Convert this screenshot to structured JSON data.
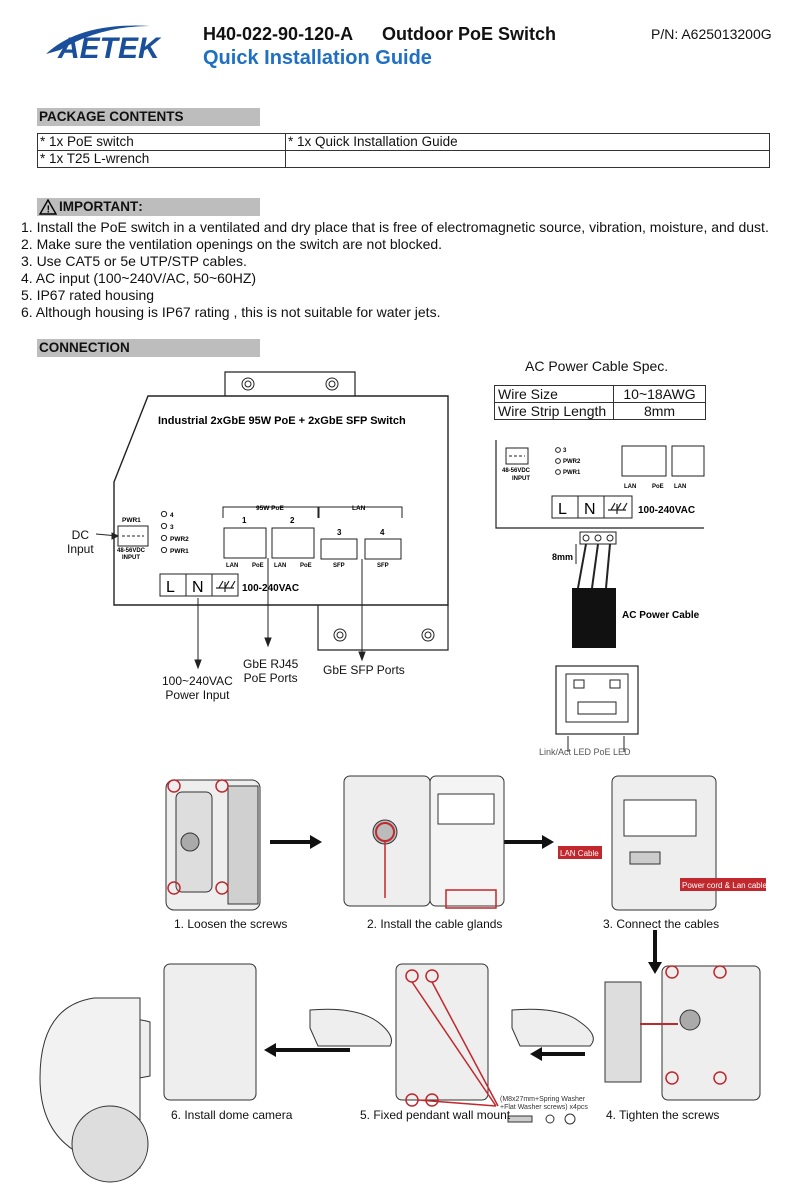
{
  "header": {
    "brand": "AETEK",
    "model": "H40-022-90-120-A",
    "product": "Outdoor PoE Switch",
    "part_number": "P/N: A625013200G",
    "guide_title": "Quick Installation Guide"
  },
  "package": {
    "heading": "PACKAGE CONTENTS",
    "rows": [
      [
        "* 1x PoE switch",
        "* 1x Quick Installation Guide"
      ],
      [
        "* 1x T25 L-wrench",
        ""
      ]
    ]
  },
  "important": {
    "heading": "IMPORTANT",
    "items": [
      "1.  Install the PoE switch in a ventilated and dry place that is free of electromagnetic source, vibration, moisture, and dust.",
      "2.  Make sure the ventilation openings on the switch are not blocked.",
      "3.  Use CAT5 or 5e UTP/STP cables.",
      "4.  AC input (100~240V/AC, 50~60HZ)",
      "5.  IP67 rated housing",
      "6.  Although housing is IP67 rating , this is not suitable for water jets."
    ]
  },
  "connection": {
    "heading": "CONNECTION",
    "switch_title": "Industrial 2xGbE 95W PoE + 2xGbE SFP Switch",
    "pwr1": "PWR1",
    "dc_range": "48-56VDC",
    "input_word": "INPUT",
    "led_4": "4",
    "led_3": "3",
    "led_pwr2": "PWR2",
    "led_pwr1": "PWR1",
    "poe_group": "95W PoE",
    "lan_group": "LAN",
    "port1": "1",
    "port2": "2",
    "port3": "3",
    "port4": "4",
    "lan": "LAN",
    "poe": "PoE",
    "sfp": "SFP",
    "terminal_l": "L",
    "terminal_n": "N",
    "ac_label": "100-240VAC",
    "dc_input_line1": "DC",
    "dc_input_line2": "Input",
    "power_input_line1": "100~240VAC",
    "power_input_line2": "Power Input",
    "gbe_rj45_line1": "GbE RJ45",
    "gbe_rj45_line2": "PoE Ports",
    "gbe_sfp": "GbE SFP Ports"
  },
  "ac_spec": {
    "title": "AC Power Cable Spec.",
    "rows": [
      [
        "Wire Size",
        "10~18AWG"
      ],
      [
        "Wire Strip Length",
        "8mm"
      ]
    ],
    "strip_label": "8mm",
    "cable_label": "AC Power Cable",
    "led_label": "Link/Act LED PoE LED"
  },
  "steps": [
    "1. Loosen the screws",
    "2. Install the cable glands",
    "3. Connect the cables",
    "4. Tighten the screws",
    "5. Fixed pendant wall mount",
    "6. Install dome camera"
  ],
  "callouts": {
    "lan_cable": "LAN Cable",
    "power_lan": "Power cord & Lan cable",
    "screws_line1": "(M8x27mm+Spring Washer",
    "screws_line2": "+Flat Washer screws) x4pcs"
  },
  "colors": {
    "brand_blue": "#1a4f9c",
    "title_blue": "#1f6fc2",
    "section_gray": "#bdbdbd",
    "callout_red": "#c0282d"
  }
}
